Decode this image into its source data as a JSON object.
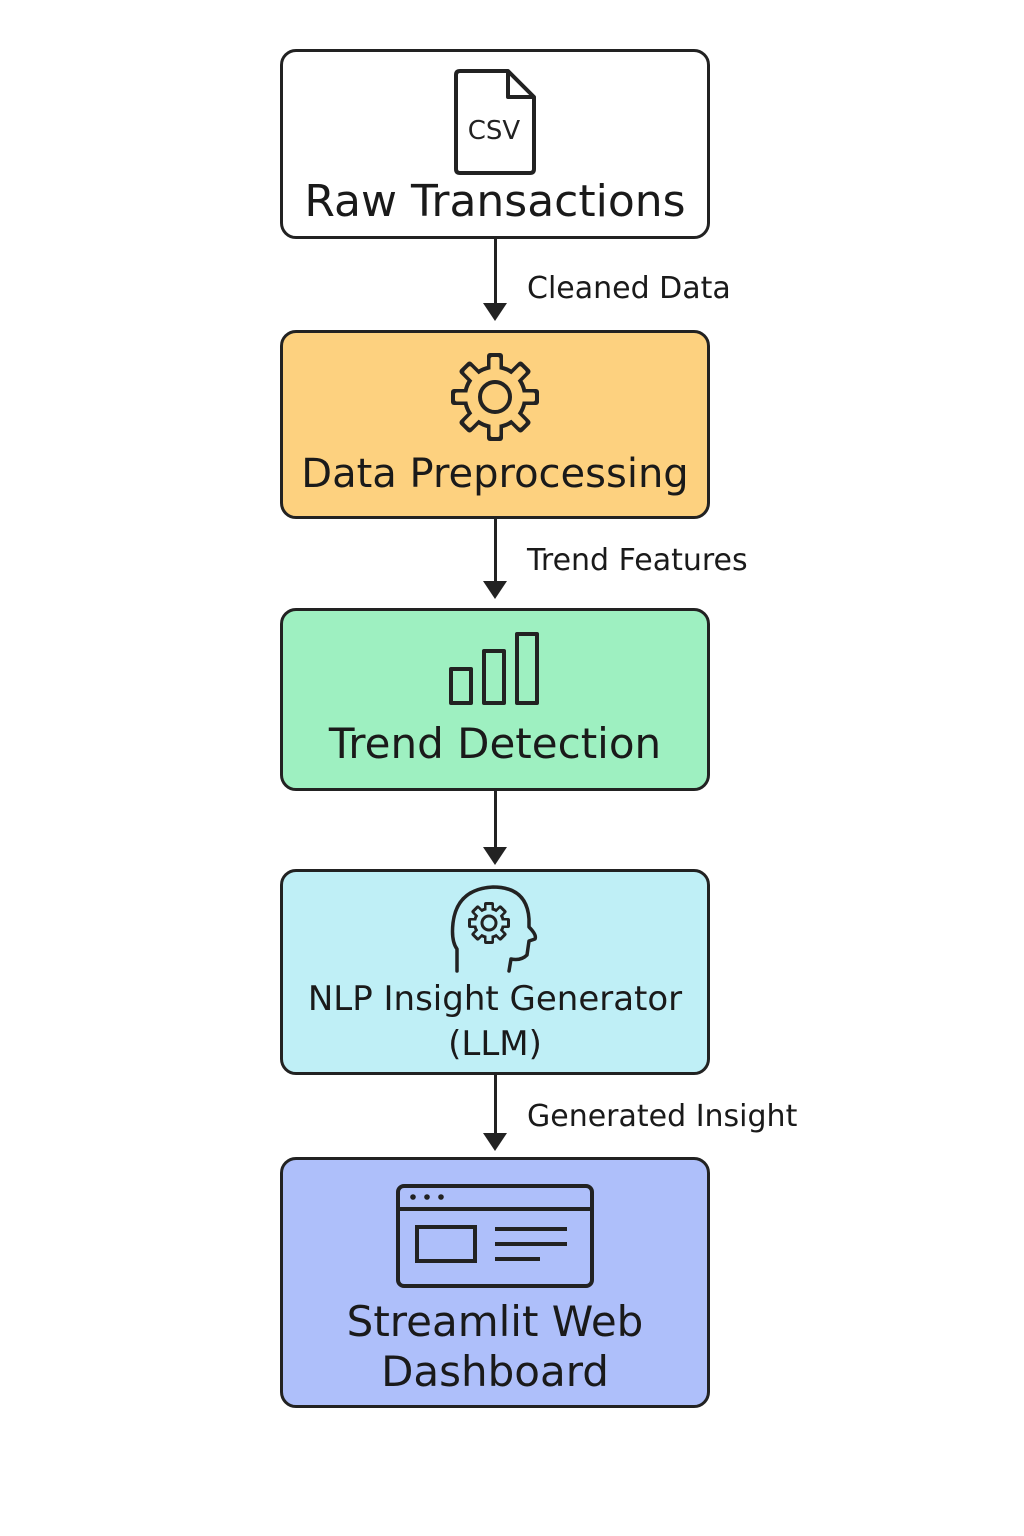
{
  "diagram": {
    "nodes": [
      {
        "id": "raw",
        "label": "Raw Transactions",
        "icon": "csv-file-icon",
        "icon_text": "CSV",
        "fill": "#ffffff"
      },
      {
        "id": "prep",
        "label": "Data Preprocessing",
        "icon": "gear-icon",
        "fill": "#fdd17f"
      },
      {
        "id": "trend",
        "label": "Trend Detection",
        "icon": "bar-chart-icon",
        "fill": "#9ef0c1"
      },
      {
        "id": "nlp",
        "label_line1": "NLP Insight Generator",
        "label_line2": "(LLM)",
        "icon": "head-gear-icon",
        "fill": "#bfeff6"
      },
      {
        "id": "dash",
        "label_line1": "Streamlit Web",
        "label_line2": "Dashboard",
        "icon": "browser-window-icon",
        "fill": "#aebffa"
      }
    ],
    "edges": [
      {
        "from": "raw",
        "to": "prep",
        "label": "Cleaned Data"
      },
      {
        "from": "prep",
        "to": "trend",
        "label": "Trend Features"
      },
      {
        "from": "trend",
        "to": "nlp",
        "label": ""
      },
      {
        "from": "nlp",
        "to": "dash",
        "label": "Generated Insight"
      }
    ],
    "stroke_color": "#222222"
  }
}
